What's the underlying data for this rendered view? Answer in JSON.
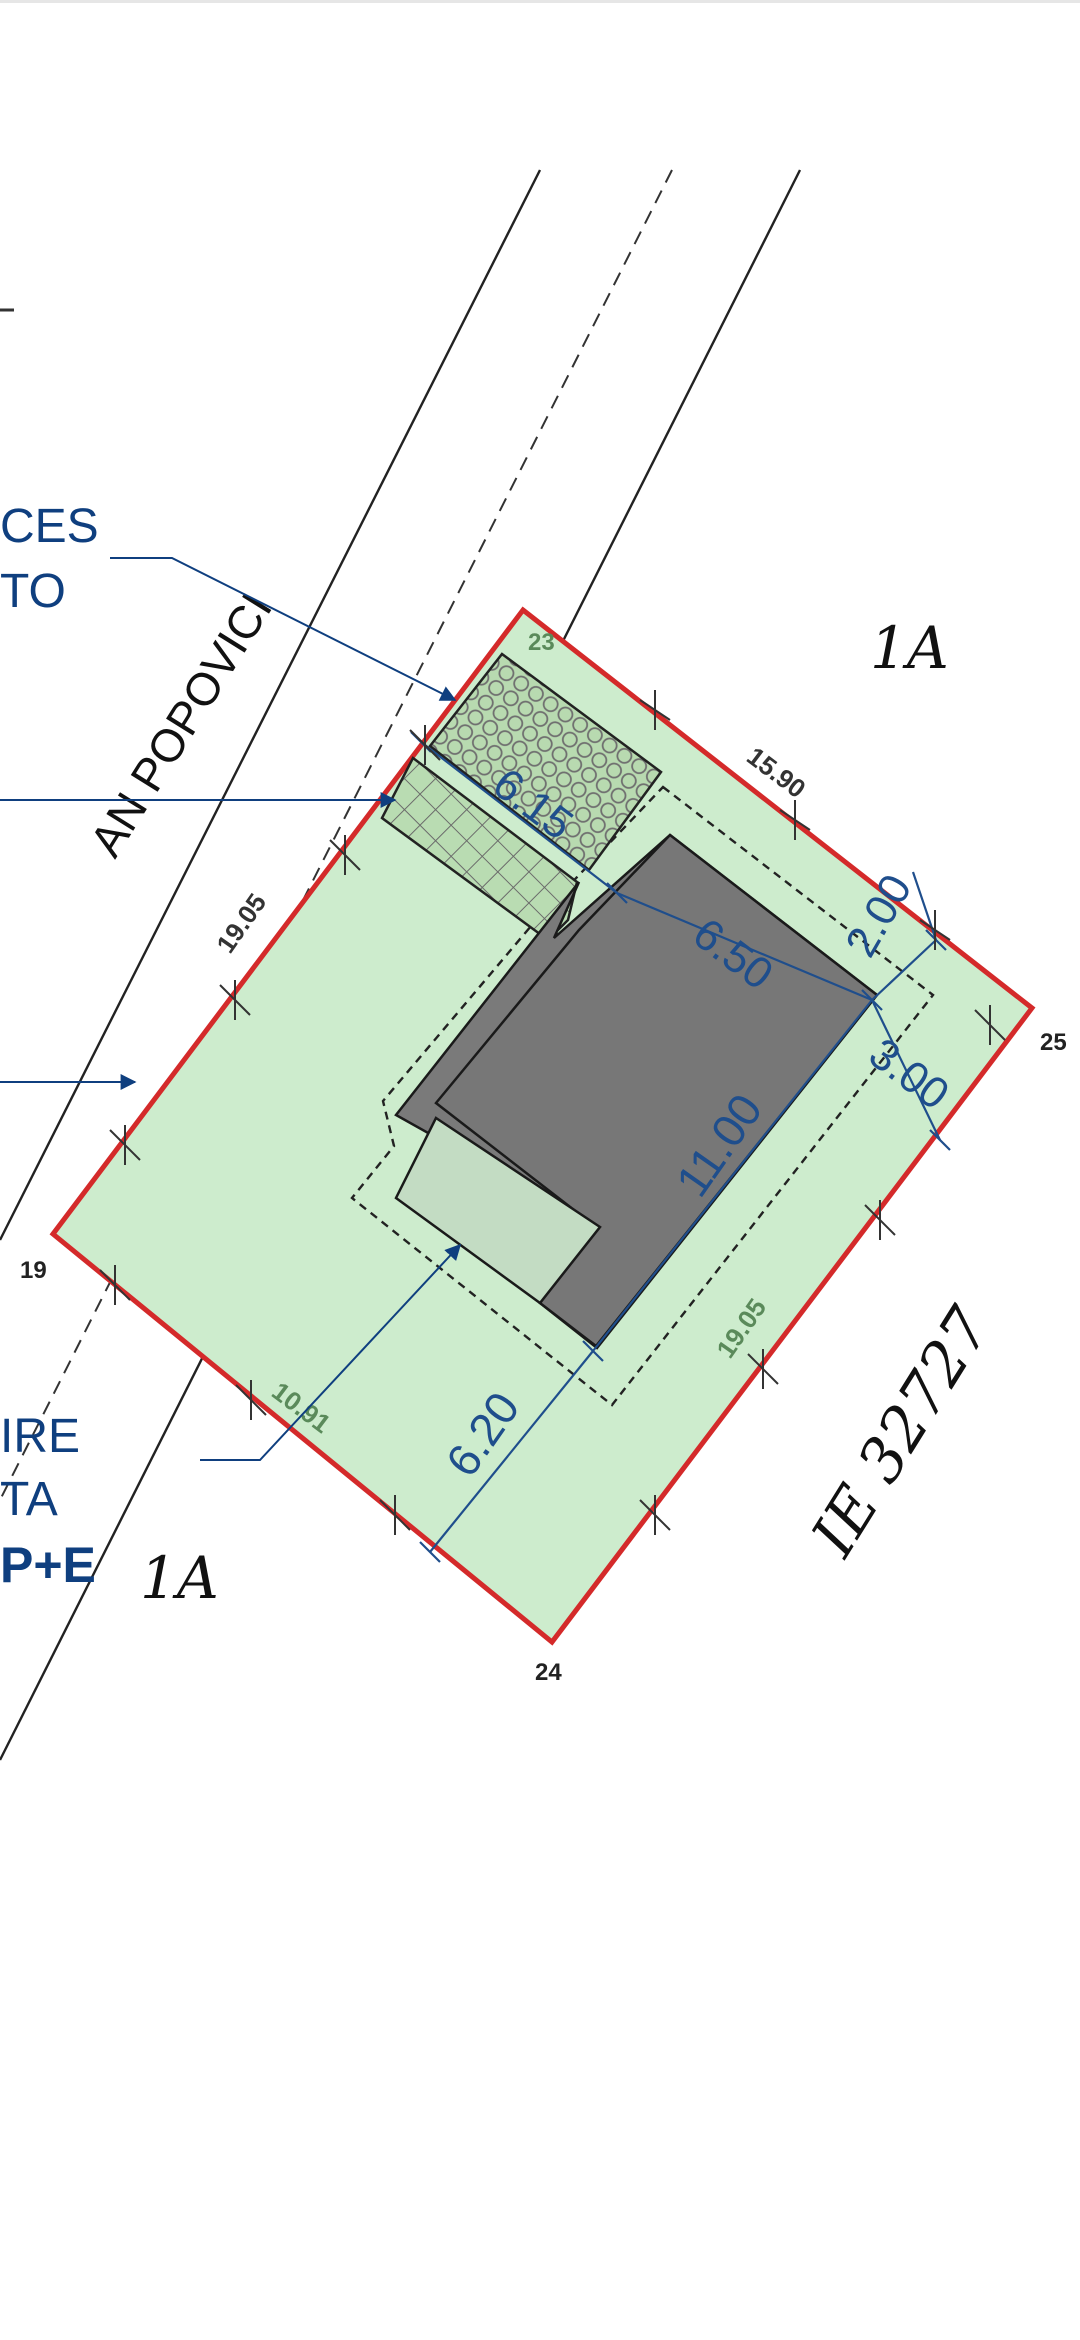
{
  "plan": {
    "street_name": "AN POPOVICI",
    "labels_left": {
      "access_top_line1": "CES",
      "access_top_line2": "TO",
      "building_line1": "IRE",
      "building_line2": "TA",
      "building_line3": "P+E"
    },
    "dimensions": {
      "d_615": "6.15",
      "d_650": "6.50",
      "d_200": "2.00",
      "d_300": "3.00",
      "d_1100": "11.00",
      "d_620": "6.20"
    },
    "boundary_lengths": {
      "top_right": "15.90",
      "left_side": "19.05",
      "right_side": "19.05",
      "bottom_left": "10.91"
    },
    "points": {
      "p_top": "23",
      "p_right": "25",
      "p_bottom": "24",
      "p_left": "19"
    },
    "neighbors": {
      "top_right": "1A",
      "bottom_left": "1A",
      "cadastral": "IE 32727"
    },
    "colors": {
      "lot_fill": "#cdeccd",
      "boundary": "#d42a2a",
      "building": "#7a7a7a",
      "annex": "#c3dcc3",
      "dimension": "#1f4e8c",
      "leader": "#0f3f7f"
    }
  }
}
